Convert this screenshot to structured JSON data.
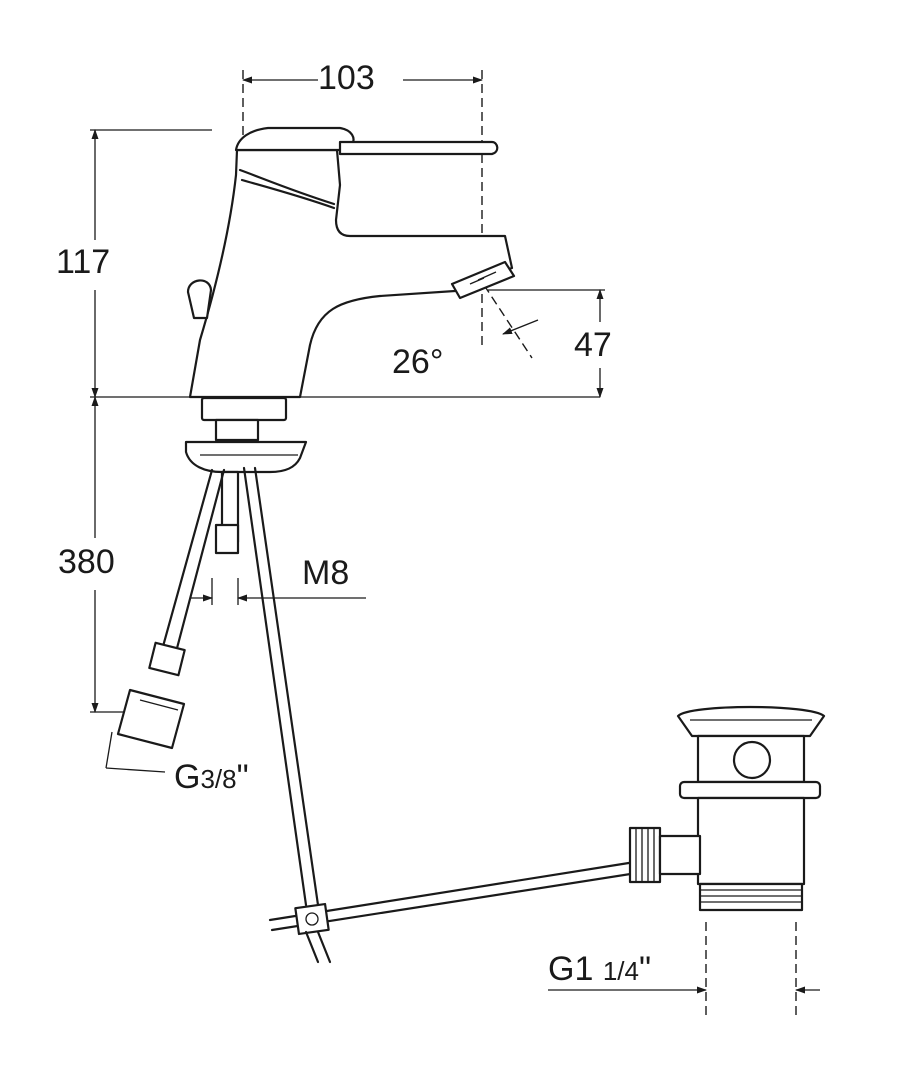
{
  "dimensions": {
    "width_top": "103",
    "height_upper": "117",
    "spout_height": "47",
    "spout_angle": "26°",
    "height_lower": "380",
    "rod_thread": "M8",
    "hose_thread_prefix": "G",
    "hose_thread_fraction": "3/8",
    "hose_thread_suffix": "\"",
    "waste_thread_prefix": "G1",
    "waste_thread_fraction": "1/4",
    "waste_thread_suffix": "\""
  }
}
